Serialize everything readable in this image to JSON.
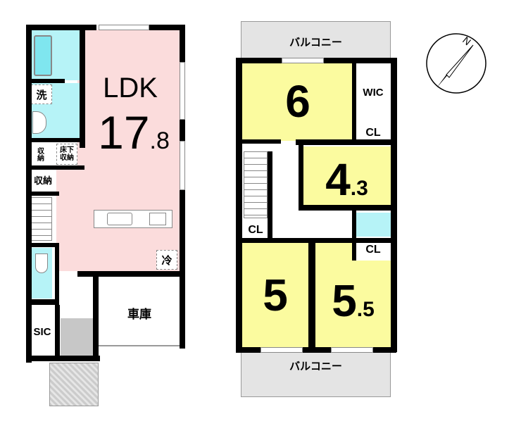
{
  "floor1": {
    "ldk": {
      "label": "LDK",
      "size_int": "17",
      "size_dec": ".8"
    },
    "wash": "洗",
    "storage_small": "収納",
    "underfloor": "床下収納",
    "storage": "収納",
    "fridge": "冷",
    "garage": "車庫",
    "sic": "SIC"
  },
  "floor2": {
    "balcony_top": "バルコニー",
    "balcony_bottom": "バルコニー",
    "wic": "WIC",
    "closet": "CL",
    "rooms": [
      {
        "int": "6",
        "dec": ""
      },
      {
        "int": "4",
        "dec": ".3"
      },
      {
        "int": "5",
        "dec": ""
      },
      {
        "int": "5",
        "dec": ".5"
      }
    ]
  },
  "compass": {
    "label": "N"
  },
  "colors": {
    "ldk": "#fbdcdc",
    "wet": "#b6f3f7",
    "room": "#fbfb9f"
  }
}
